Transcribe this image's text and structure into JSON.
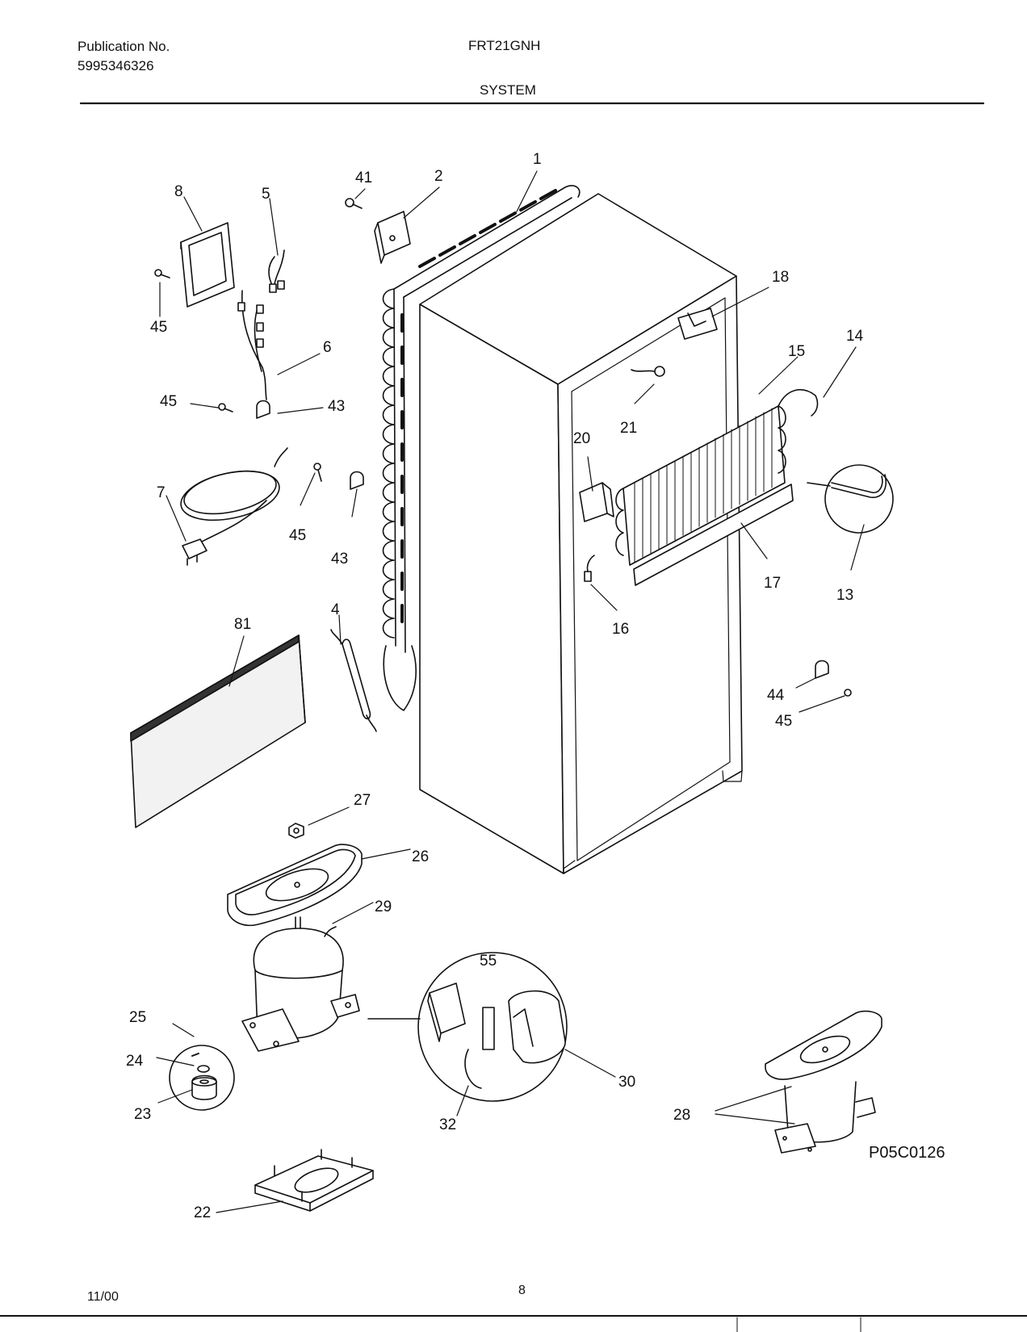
{
  "header": {
    "publication_label": "Publication No.",
    "publication_number": "5995346326",
    "model": "FRT21GNH",
    "section": "SYSTEM"
  },
  "footer": {
    "date": "11/00",
    "page": "8"
  },
  "diagram_code": "P05C0126",
  "callouts": [
    "1",
    "2",
    "41",
    "8",
    "5",
    "45",
    "6",
    "45",
    "43",
    "7",
    "45",
    "43",
    "18",
    "14",
    "15",
    "21",
    "20",
    "17",
    "13",
    "16",
    "81",
    "4",
    "44",
    "45",
    "27",
    "26",
    "29",
    "55",
    "25",
    "24",
    "30",
    "23",
    "32",
    "28",
    "22"
  ]
}
